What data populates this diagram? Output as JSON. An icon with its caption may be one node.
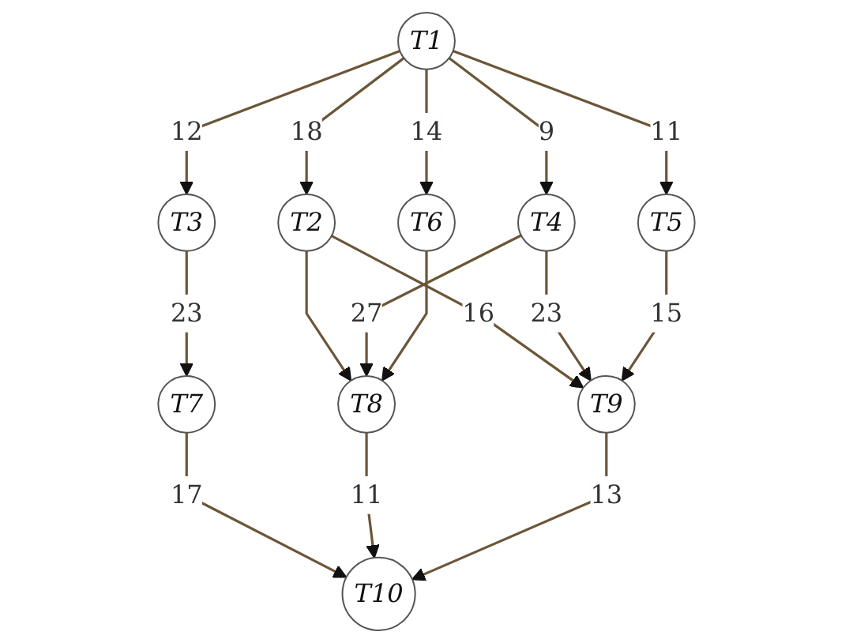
{
  "diagram": {
    "nodes": [
      {
        "text": [
          "T1"
        ]
      },
      {
        "text": [
          "T2"
        ]
      },
      {
        "text": [
          "T3"
        ]
      },
      {
        "text": [
          "T4"
        ]
      },
      {
        "text": [
          "T5"
        ]
      },
      {
        "text": [
          "T6"
        ]
      },
      {
        "text": [
          "T7"
        ]
      },
      {
        "text": [
          "T8"
        ]
      },
      {
        "text": [
          "T9"
        ]
      },
      {
        "text": [
          "T10"
        ]
      }
    ],
    "edges": [
      {
        "from": 0,
        "to": 1,
        "arrow": "to",
        "label": "18"
      },
      {
        "from": 0,
        "to": 2,
        "arrow": "to",
        "label": "12"
      },
      {
        "from": 0,
        "to": 3,
        "arrow": "to",
        "label": "9"
      },
      {
        "from": 0,
        "to": 4,
        "arrow": "to",
        "label": "11"
      },
      {
        "from": 0,
        "to": 5,
        "arrow": "to",
        "label": "14"
      },
      {
        "from": 1,
        "to": 7,
        "arrow": "to"
      },
      {
        "from": 1,
        "to": 8,
        "arrow": "to",
        "label": "16"
      },
      {
        "from": 2,
        "to": 6,
        "arrow": "to",
        "label": "23"
      },
      {
        "from": 3,
        "to": 7,
        "arrow": "to",
        "label": "27"
      },
      {
        "from": 3,
        "to": 8,
        "arrow": "to",
        "label": "23"
      },
      {
        "from": 4,
        "to": 8,
        "arrow": "to",
        "label": "15"
      },
      {
        "from": 5,
        "to": 7,
        "arrow": "to"
      },
      {
        "from": 6,
        "to": 9,
        "arrow": "to",
        "label": "17"
      },
      {
        "from": 7,
        "to": 9,
        "arrow": "to",
        "label": "11"
      },
      {
        "from": 8,
        "to": 9,
        "arrow": "to",
        "label": "13"
      }
    ]
  }
}
